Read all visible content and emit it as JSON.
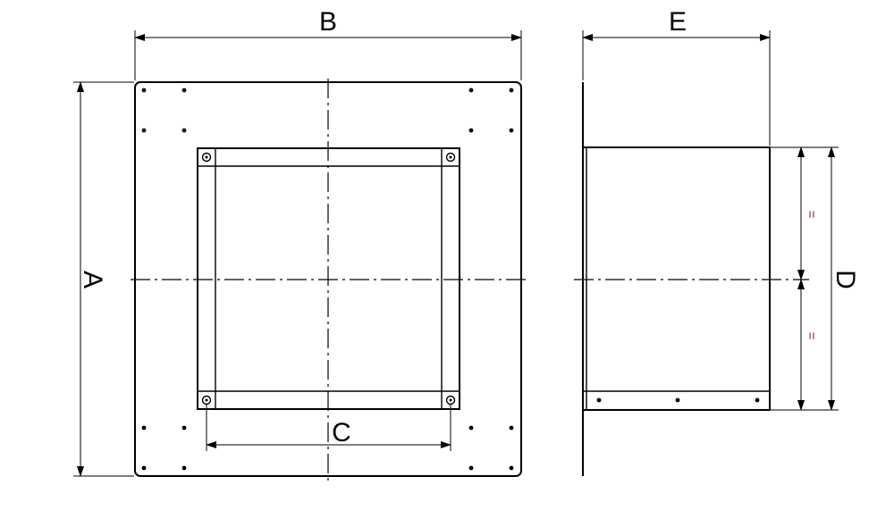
{
  "front_view": {
    "labels": {
      "height": "A",
      "width": "B",
      "opening": "C"
    }
  },
  "side_view": {
    "labels": {
      "depth": "E",
      "height": "D",
      "equal_top": "=",
      "equal_bottom": "="
    }
  },
  "colors": {
    "line": "#000000",
    "equal_marks": "#8b1a1a",
    "background": "#ffffff"
  }
}
